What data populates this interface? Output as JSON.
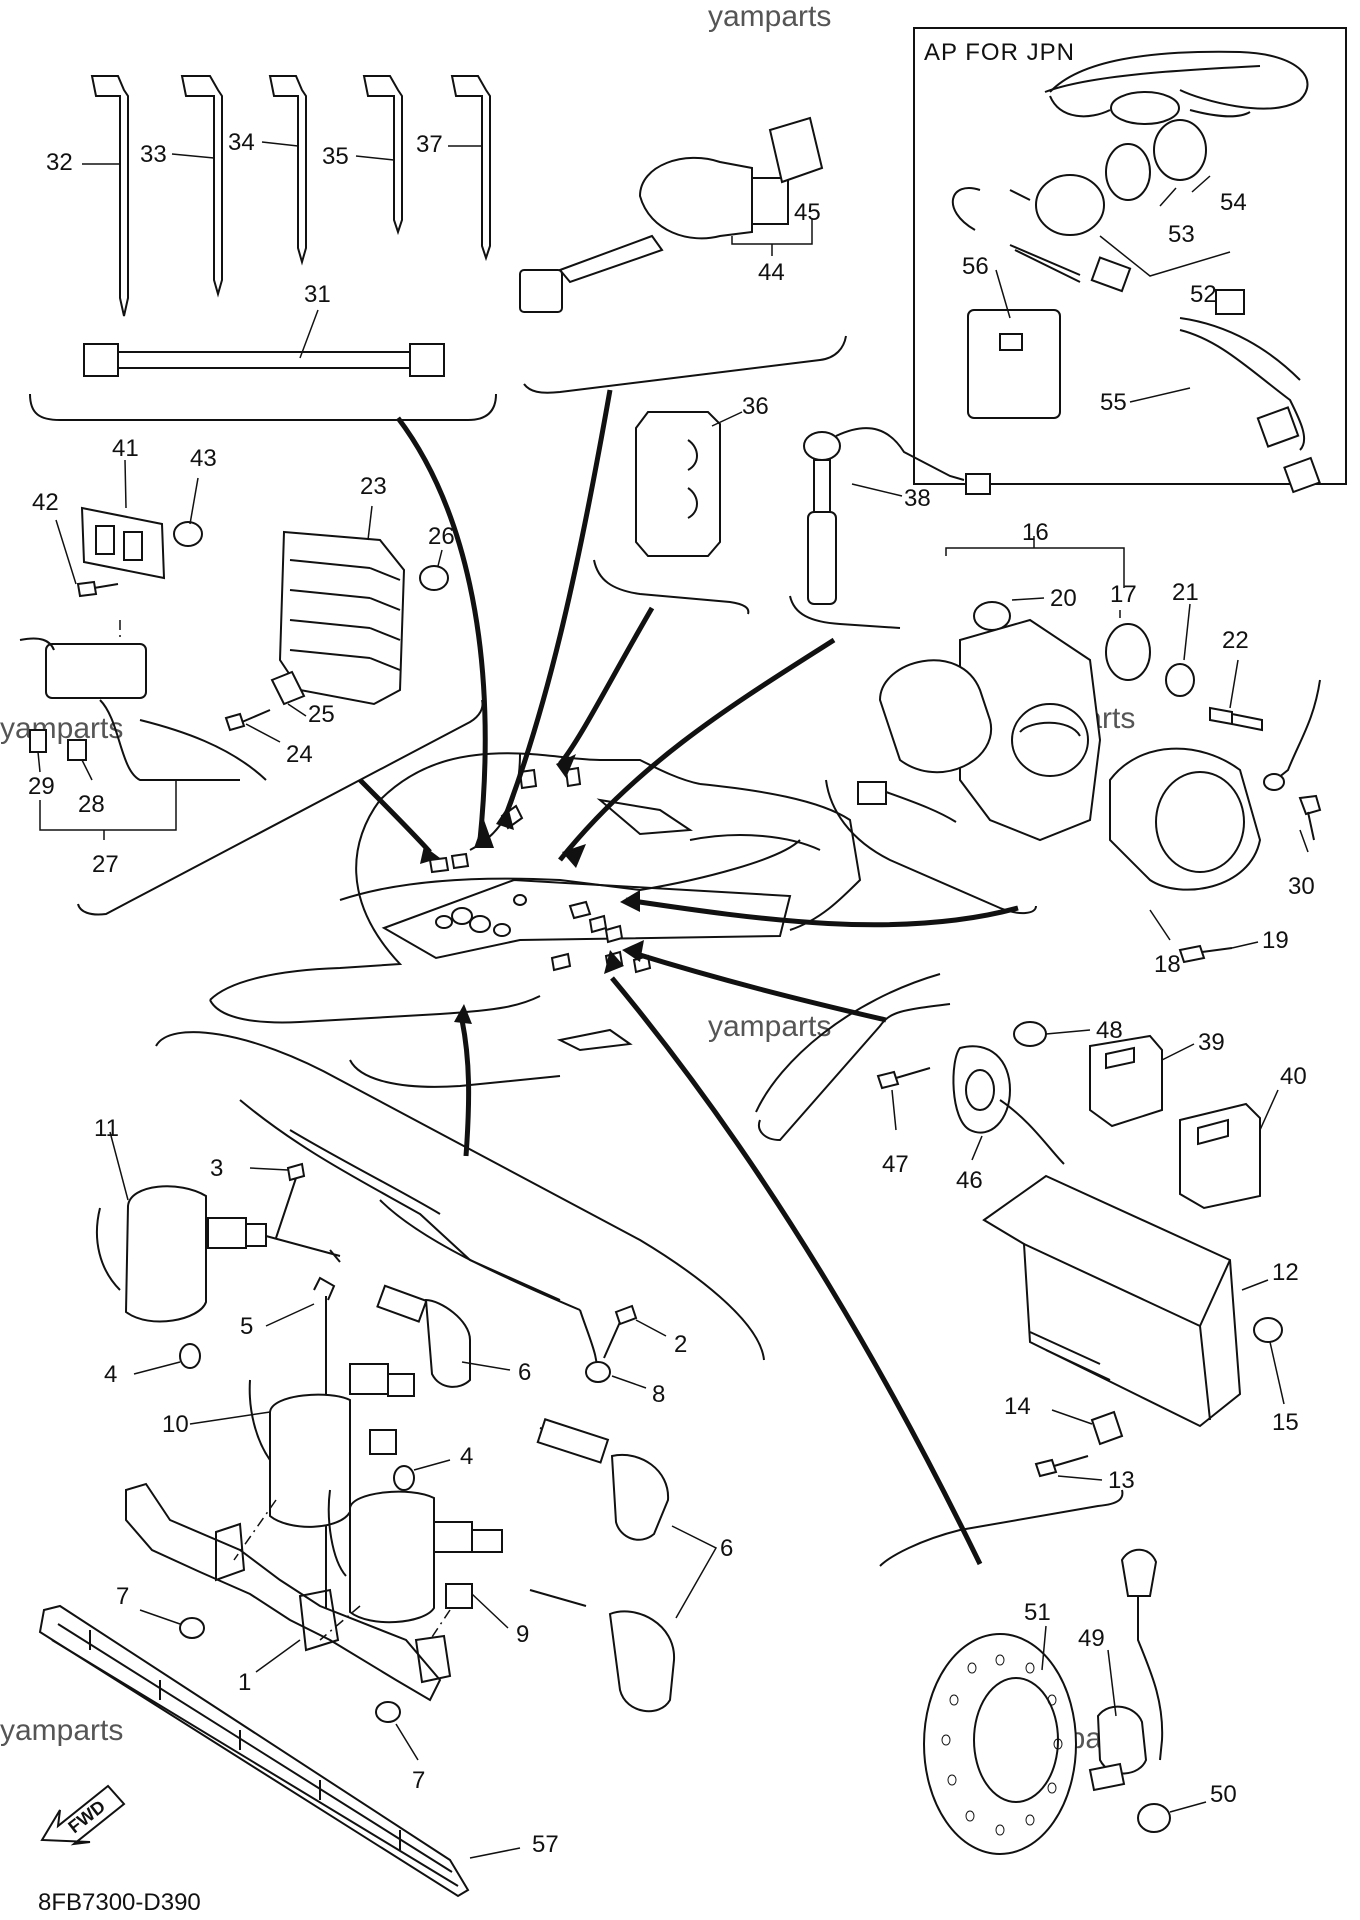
{
  "watermark": "yamparts",
  "inset": {
    "title": "AP FOR JPN"
  },
  "drawing_code": "8FB7300-D390",
  "fwd_label": "FWD",
  "callouts": {
    "c1": "1",
    "c2": "2",
    "c3": "3",
    "c4a": "4",
    "c4b": "4",
    "c5": "5",
    "c6a": "6",
    "c6b": "6",
    "c7a": "7",
    "c7b": "7",
    "c8": "8",
    "c9": "9",
    "c10": "10",
    "c11": "11",
    "c12": "12",
    "c13": "13",
    "c14": "14",
    "c15": "15",
    "c16": "16",
    "c17": "17",
    "c18": "18",
    "c19": "19",
    "c20": "20",
    "c21": "21",
    "c22": "22",
    "c23": "23",
    "c24": "24",
    "c25": "25",
    "c26": "26",
    "c27": "27",
    "c28": "28",
    "c29": "29",
    "c30": "30",
    "c31": "31",
    "c32": "32",
    "c33": "33",
    "c34": "34",
    "c35": "35",
    "c36": "36",
    "c37": "37",
    "c38": "38",
    "c39": "39",
    "c40": "40",
    "c41": "41",
    "c42": "42",
    "c43": "43",
    "c44": "44",
    "c45": "45",
    "c46": "46",
    "c47": "47",
    "c48": "48",
    "c49": "49",
    "c50": "50",
    "c51": "51",
    "c52": "52",
    "c53": "53",
    "c54": "54",
    "c55": "55",
    "c56": "56",
    "c57": "57"
  }
}
